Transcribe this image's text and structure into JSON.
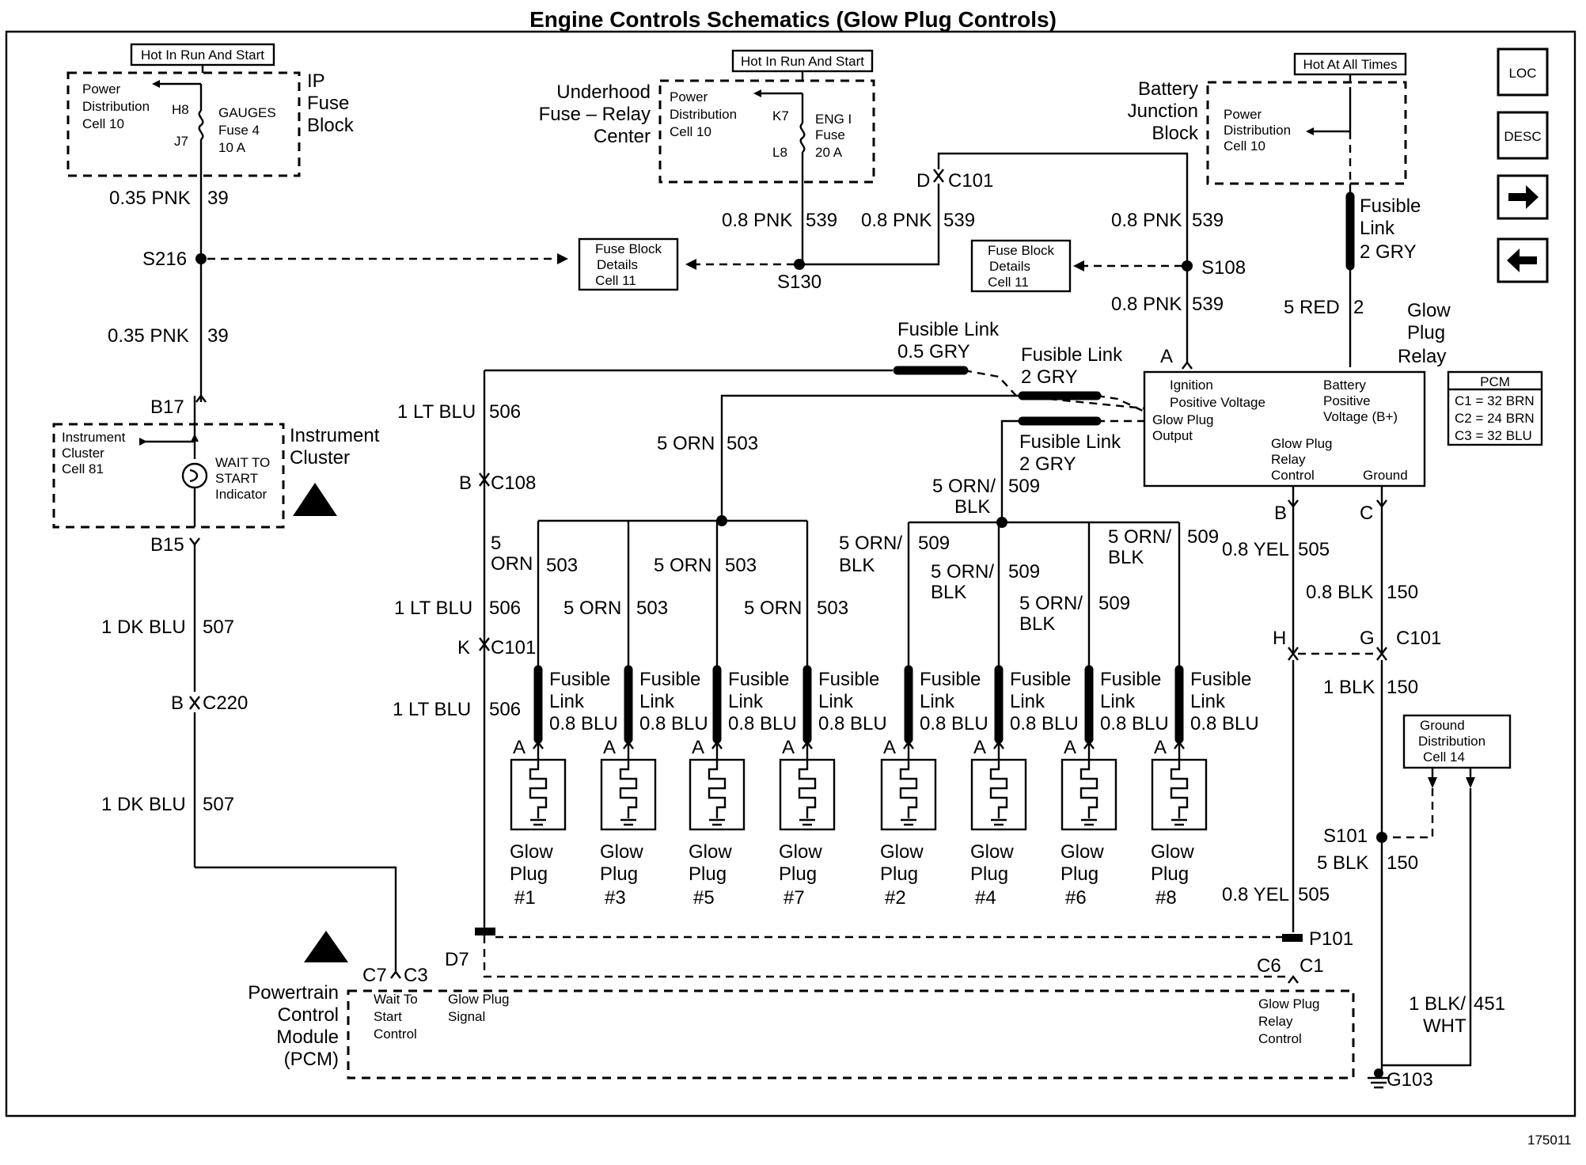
{
  "title": "Engine Controls Schematics (Glow Plug Controls)",
  "figure_number": "175011",
  "side_buttons": {
    "loc": "LOC",
    "desc": "DESC",
    "next": "→",
    "prev": "←"
  },
  "hot_labels": {
    "ip": "Hot In Run And Start",
    "uh": "Hot In Run And Start",
    "bat": "Hot At All Times"
  },
  "ip_fuse_block": {
    "title_1": "IP",
    "title_2": "Fuse",
    "title_3": "Block",
    "pd_1": "Power",
    "pd_2": "Distribution",
    "pd_3": "Cell 10",
    "pin_in": "H8",
    "pin_out": "J7",
    "fuse_1": "GAUGES",
    "fuse_2": "Fuse 4",
    "fuse_3": "10 A"
  },
  "underhood": {
    "title_1": "Underhood",
    "title_2": "Fuse – Relay",
    "title_3": "Center",
    "pd_1": "Power",
    "pd_2": "Distribution",
    "pd_3": "Cell 10",
    "pin_in": "K7",
    "pin_out": "L8",
    "fuse_1": "ENG I",
    "fuse_2": "Fuse",
    "fuse_3": "20 A"
  },
  "battery_junction": {
    "title_1": "Battery",
    "title_2": "Junction",
    "title_3": "Block",
    "pd_1": "Power",
    "pd_2": "Distribution",
    "pd_3": "Cell 10"
  },
  "fuse_block_details": {
    "line_1": "Fuse Block",
    "line_2": "Details",
    "line_3": "Cell 11"
  },
  "splices": {
    "s216": "S216",
    "s130": "S130",
    "s108": "S108",
    "s101": "S101"
  },
  "connectors": {
    "d": "D",
    "c101": "C101",
    "b17": "B17",
    "b15": "B15",
    "b": "B",
    "c108": "C108",
    "k": "K",
    "c220": "C220",
    "h": "H",
    "g": "G",
    "c": "C",
    "c7": "C7",
    "c3": "C3",
    "d7": "D7",
    "c6": "C6",
    "c1": "C1",
    "p101": "P101",
    "g103": "G103",
    "a": "A"
  },
  "wires": {
    "w_035_pnk": "0.35 PNK",
    "c39": "39",
    "w_08_pnk": "0.8 PNK",
    "c539": "539",
    "w_1_dk_blu": "1 DK BLU",
    "c507": "507",
    "w_1_lt_blu": "1 LT BLU",
    "c506": "506",
    "w_5_orn": "5 ORN",
    "c503": "503",
    "w_5_orn_stack_1": "5",
    "w_5_orn_stack_2": "ORN",
    "w_5_orn_blk_1": "5 ORN/",
    "w_5_orn_blk_2": "BLK",
    "c509": "509",
    "w_08_yel": "0.8 YEL",
    "c505": "505",
    "w_08_blk": "0.8 BLK",
    "c150": "150",
    "w_1_blk": "1 BLK",
    "w_5_blk": "5 BLK",
    "w_5_red": "5 RED",
    "c2": "2",
    "w_1_blk_wht_1": "1 BLK/",
    "w_1_blk_wht_2": "WHT",
    "c451": "451"
  },
  "fusible_links": {
    "top": {
      "l1": "Fusible Link",
      "l2": "0.5 GRY"
    },
    "mid": {
      "l1": "Fusible Link",
      "l2": "2 GRY"
    },
    "low": {
      "l1": "Fusible Link",
      "l2": "2 GRY"
    },
    "relay_feed": {
      "l1": "Fusible",
      "l2": "Link",
      "l3": "2 GRY"
    },
    "plug_l1": "Fusible",
    "plug_l2": "Link",
    "plug_l3": "0.8 BLU"
  },
  "glow_plug_relay": {
    "title_1": "Glow",
    "title_2": "Plug",
    "title_3": "Relay",
    "ign_1": "Ignition",
    "ign_2": "Positive Voltage",
    "bat_1": "Battery",
    "bat_2": "Positive",
    "bat_3": "Voltage (B+)",
    "out_1": "Glow Plug",
    "out_2": "Output",
    "ctl_1": "Glow Plug",
    "ctl_2": "Relay",
    "ctl_3": "Control",
    "gnd": "Ground"
  },
  "pcm_legend": {
    "title": "PCM",
    "c1": "C1 = 32 BRN",
    "c2": "C2 = 24 BRN",
    "c3": "C3 = 32 BLU"
  },
  "instrument_cluster": {
    "title_1": "Instrument",
    "title_2": "Cluster",
    "inner_1": "Instrument",
    "inner_2": "Cluster",
    "inner_3": "Cell 81",
    "ind_1": "WAIT TO",
    "ind_2": "START",
    "ind_3": "Indicator"
  },
  "ground_distribution": {
    "l1": "Ground",
    "l2": "Distribution",
    "l3": "Cell 14"
  },
  "glow_plug_label": "Glow",
  "glow_plug_label_2": "Plug",
  "glow_plugs": [
    "#1",
    "#3",
    "#5",
    "#7",
    "#2",
    "#4",
    "#6",
    "#8"
  ],
  "pcm": {
    "title_1": "Powertrain",
    "title_2": "Control",
    "title_3": "Module",
    "title_4": "(PCM)",
    "wait_1": "Wait To",
    "wait_2": "Start",
    "wait_3": "Control",
    "sig_1": "Glow Plug",
    "sig_2": "Signal",
    "ctl_1": "Glow Plug",
    "ctl_2": "Relay",
    "ctl_3": "Control"
  }
}
